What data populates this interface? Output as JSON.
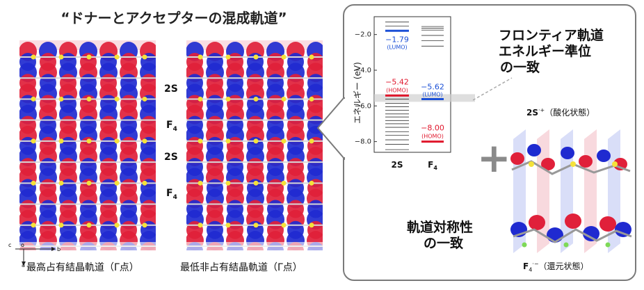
{
  "left": {
    "title": "“ドナーとアクセプターの混成軌道”",
    "layer_labels": [
      "2S",
      "F",
      "2S",
      "F"
    ],
    "layer_subscript": "4",
    "caption_homo": "最高占有結晶軌道（Γ点）",
    "caption_lumo": "最低非占有結晶軌道（Γ点）",
    "axes": {
      "c": "c",
      "o": "o",
      "b": "b",
      "a": "a"
    }
  },
  "panel": {
    "heading_top": [
      "フロンティア軌道",
      "エネルギー準位",
      "の一致"
    ],
    "heading_bottom": [
      "軌道対称性",
      "の一致"
    ],
    "state_2s": "2S",
    "state_2s_sup": "·+",
    "state_2s_note": "（酸化状態）",
    "state_f4": "F",
    "state_f4_sub": "4",
    "state_f4_sup": "·−",
    "state_f4_note": "（還元状態）",
    "plus_sign": "+"
  },
  "colors": {
    "homo": "#e0162b",
    "lumo": "#1a4fd6",
    "positive_lobe": "#e0203a",
    "negative_lobe": "#1f2ad0",
    "panel_border": "#7a7a7a"
  },
  "chart_data": {
    "type": "energy-level",
    "ylabel": "エネルギー (eV)",
    "ylim": [
      -8.6,
      -1.0
    ],
    "yticks": [
      -2.0,
      -4.0,
      -6.0,
      -8.0
    ],
    "tick_labels": [
      "−2.0",
      "−4.0",
      "−6.0",
      "−8.0"
    ],
    "categories": [
      "2S",
      "F4"
    ],
    "category_labels": [
      {
        "main": "2S",
        "sub": ""
      },
      {
        "main": "F",
        "sub": "4"
      }
    ],
    "series": [
      {
        "levels": [
          -1.3,
          -1.52,
          -1.79,
          -5.42,
          -5.62,
          -5.85,
          -6.05,
          -6.25,
          -6.45,
          -6.62,
          -6.82,
          -7.0,
          -7.2,
          -7.45,
          -7.65,
          -7.9,
          -8.15,
          -8.45
        ],
        "lumo": -1.79,
        "homo": -5.42,
        "lumo_label": "−1.79",
        "homo_label": "−5.42"
      },
      {
        "levels": [
          -1.55,
          -1.65,
          -1.75,
          -2.05,
          -2.35,
          -2.65,
          -5.62,
          -8.0
        ],
        "lumo": -5.62,
        "homo": -8.0,
        "lumo_label": "−5.62",
        "homo_label": "−8.00"
      }
    ],
    "annotations": {
      "lumo": "(LUMO)",
      "homo": "(HOMO)"
    }
  }
}
